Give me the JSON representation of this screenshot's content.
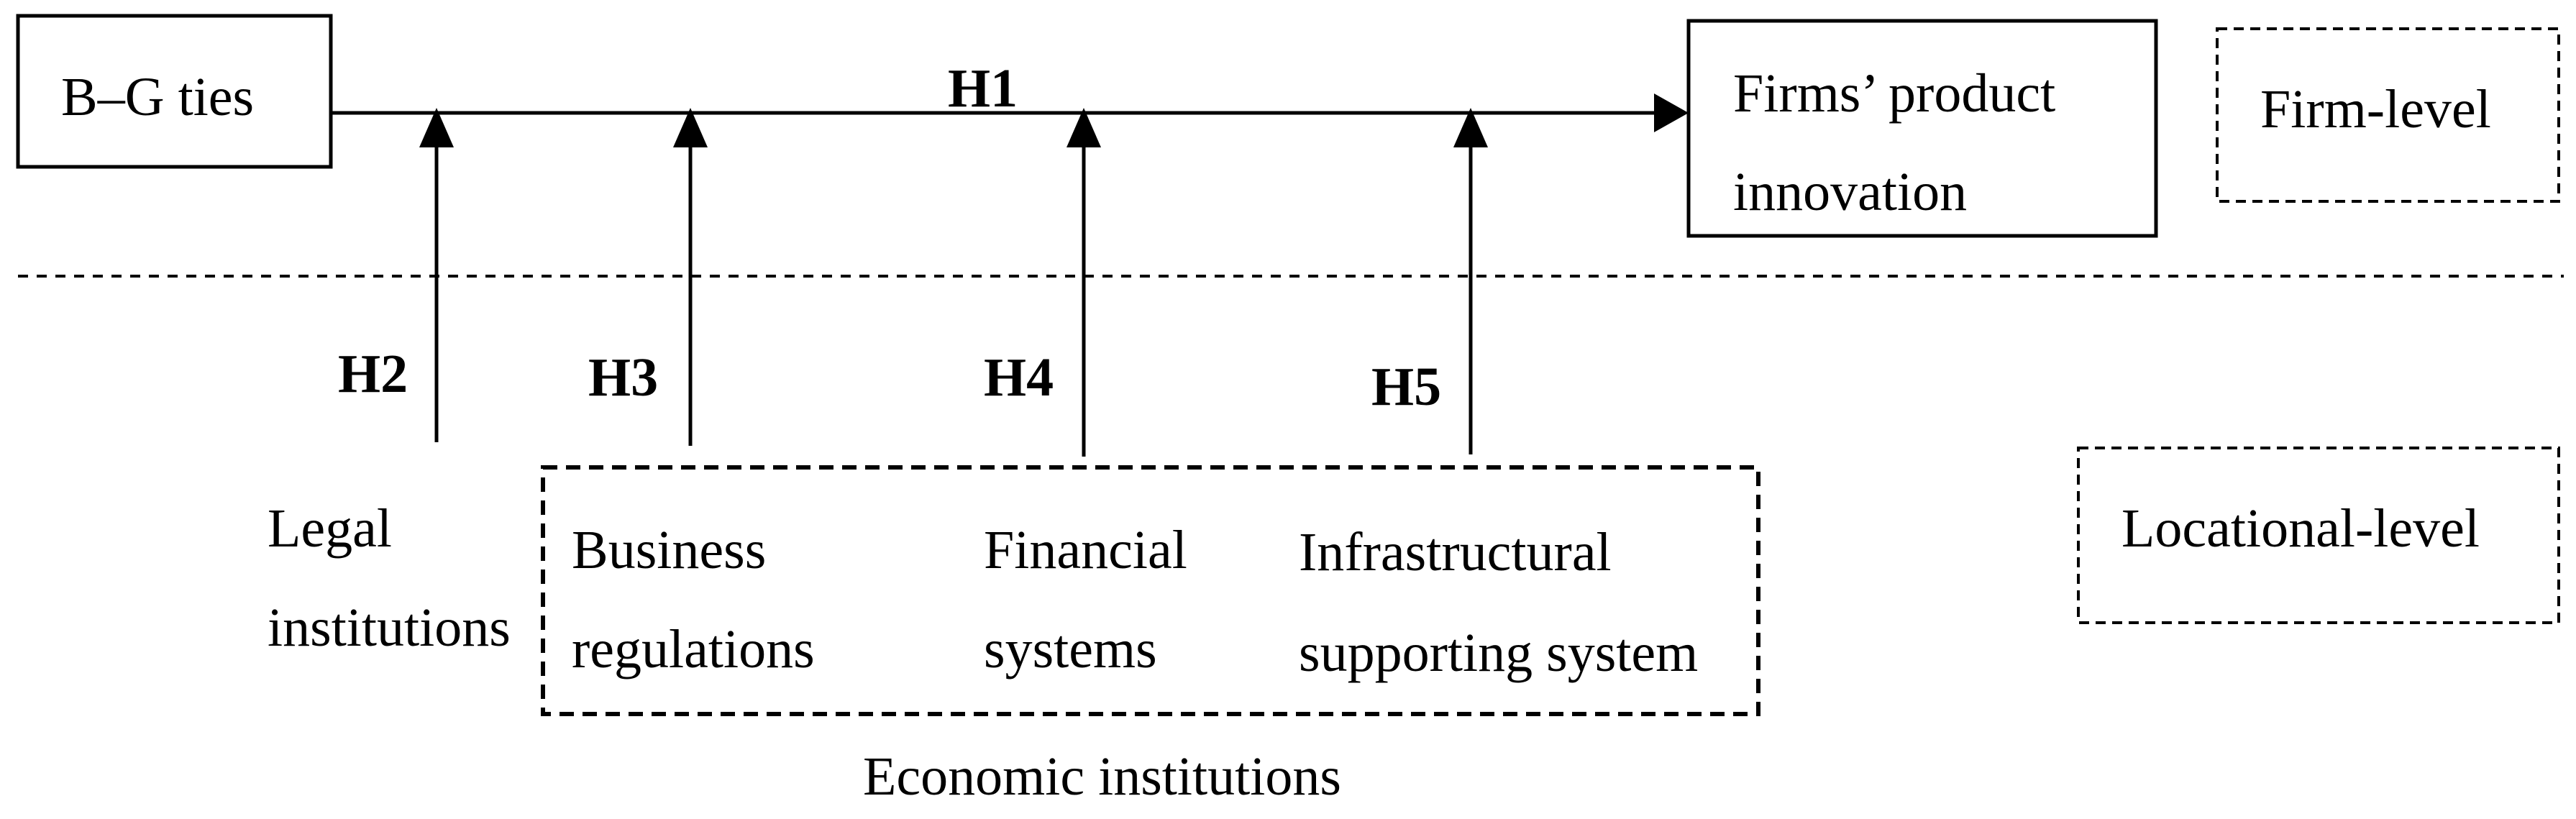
{
  "nodes": {
    "bg_ties": "B–G ties",
    "product_innovation_line1": "Firms’ product",
    "product_innovation_line2": "innovation",
    "firm_level": "Firm-level",
    "locational_level": "Locational-level",
    "legal_line1": "Legal",
    "legal_line2": "institutions",
    "business_line1": "Business",
    "business_line2": "regulations",
    "financial_line1": "Financial",
    "financial_line2": "systems",
    "infra_line1": "Infrastructural",
    "infra_line2": "supporting system",
    "economic_institutions": "Economic institutions"
  },
  "hypotheses": {
    "h1": "H1",
    "h2": "H2",
    "h3": "H3",
    "h4": "H4",
    "h5": "H5"
  },
  "colors": {
    "stroke": "#000000",
    "background": "#ffffff"
  }
}
